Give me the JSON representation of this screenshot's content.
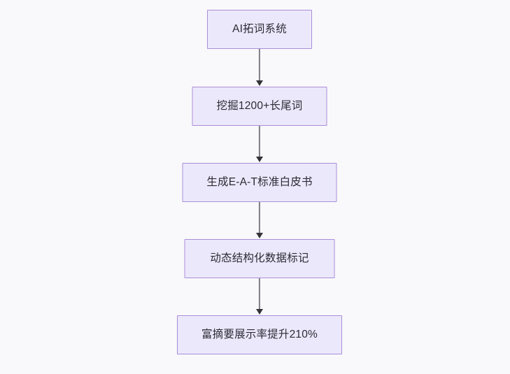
{
  "diagram": {
    "type": "flowchart",
    "direction": "top-to-bottom",
    "background_color": "#f9f9fb",
    "node_fill_color": "#ece8fb",
    "node_border_color": "#a98ed8",
    "node_text_color": "#2b2b35",
    "edge_color": "#7f7f87",
    "arrowhead_color": "#333338",
    "nodes": [
      {
        "id": "n0",
        "label": "AI拓词系统"
      },
      {
        "id": "n1",
        "label": "挖掘1200+长尾词"
      },
      {
        "id": "n2",
        "label": "生成E-A-T标准白皮书"
      },
      {
        "id": "n3",
        "label": "动态结构化数据标记"
      },
      {
        "id": "n4",
        "label": "富摘要展示率提升210%"
      }
    ],
    "edges": [
      {
        "from": "n0",
        "to": "n1",
        "label": ""
      },
      {
        "from": "n1",
        "to": "n2",
        "label": ""
      },
      {
        "from": "n2",
        "to": "n3",
        "label": ""
      },
      {
        "from": "n3",
        "to": "n4",
        "label": ""
      }
    ]
  }
}
